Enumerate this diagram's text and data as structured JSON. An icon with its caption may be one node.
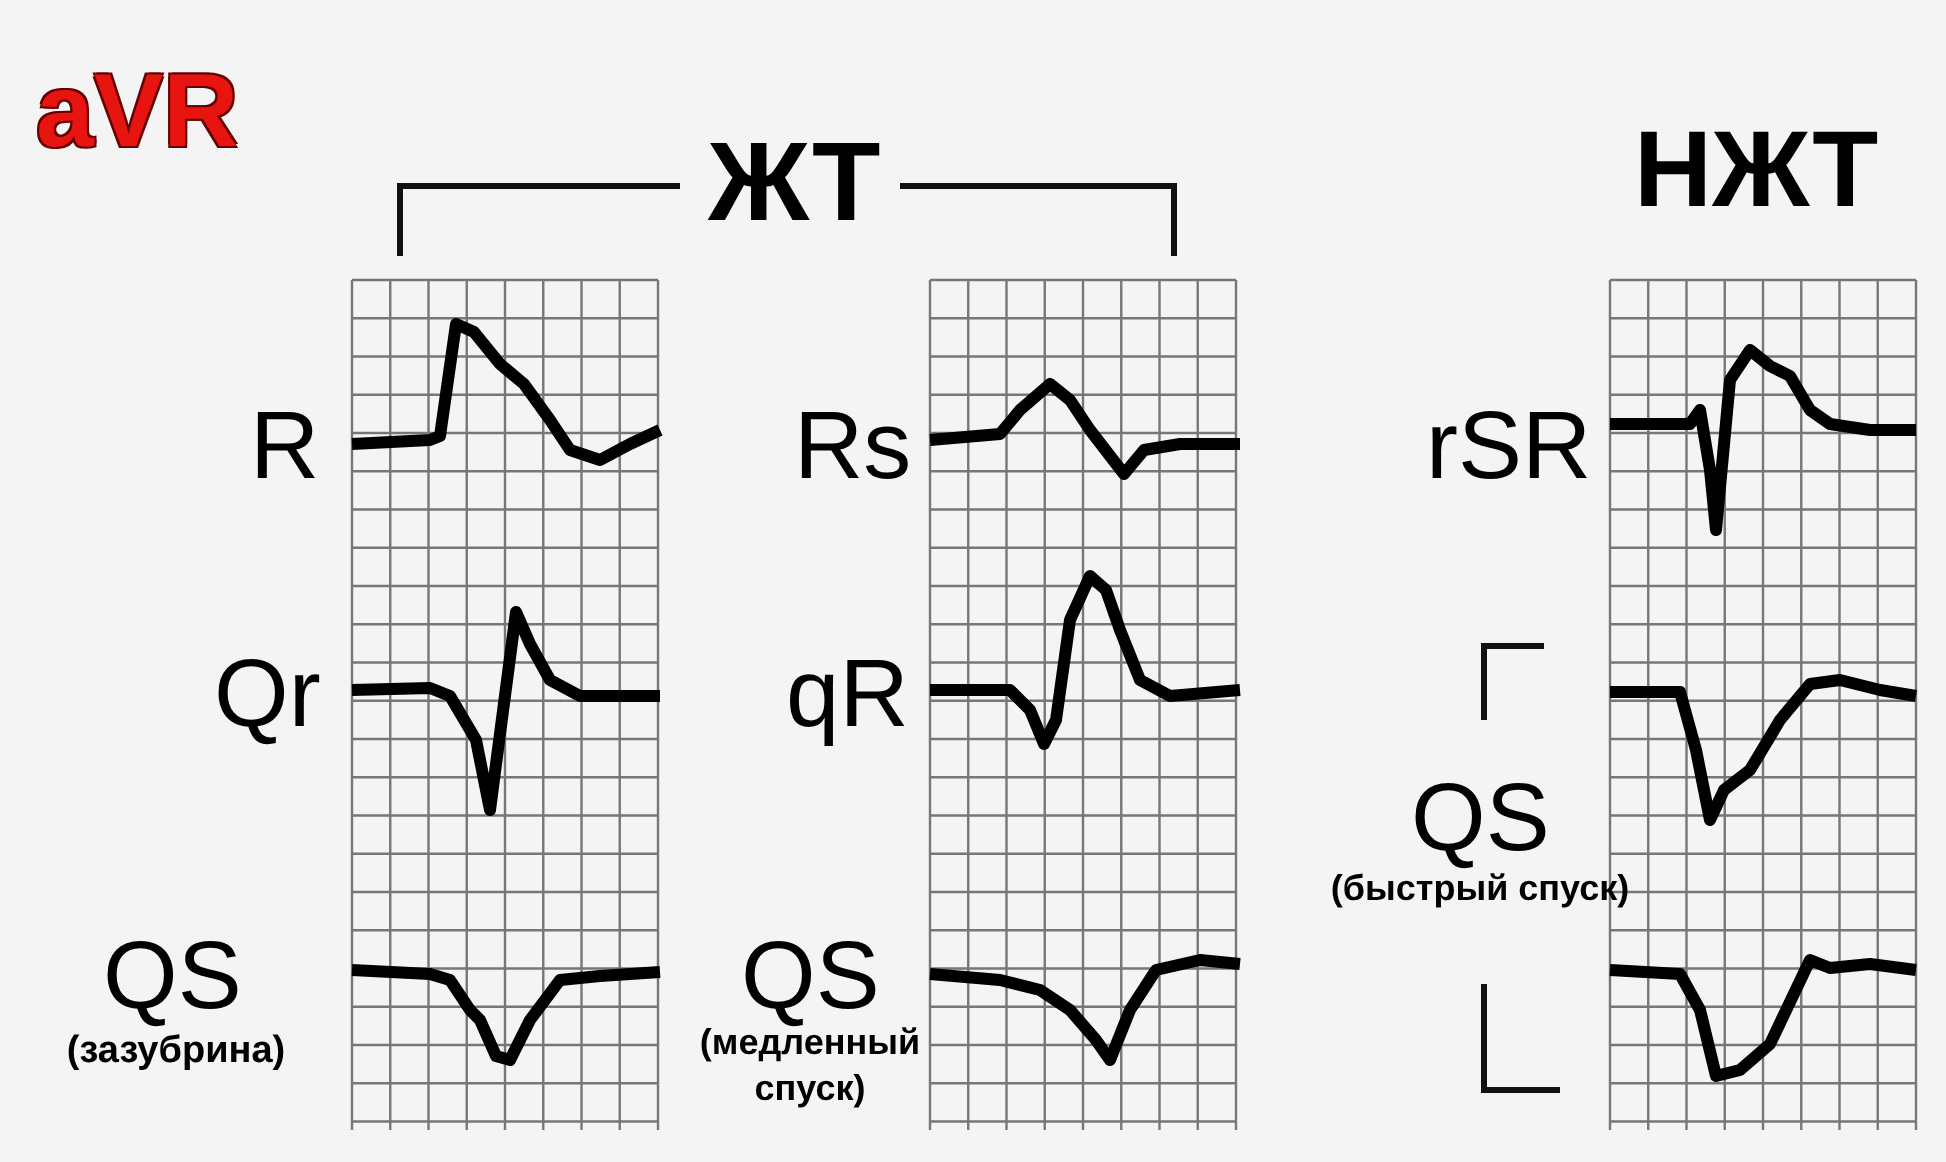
{
  "diagram": {
    "labels": [
      "aVR",
      "ЖТ",
      "НЖТ",
      "R",
      "Rs",
      "rSR",
      "Qr",
      "qR",
      "QS",
      "(быстрый спуск)",
      "QS",
      "(зазубрина)",
      "QS",
      "(медленный спуск)"
    ]
  }
}
